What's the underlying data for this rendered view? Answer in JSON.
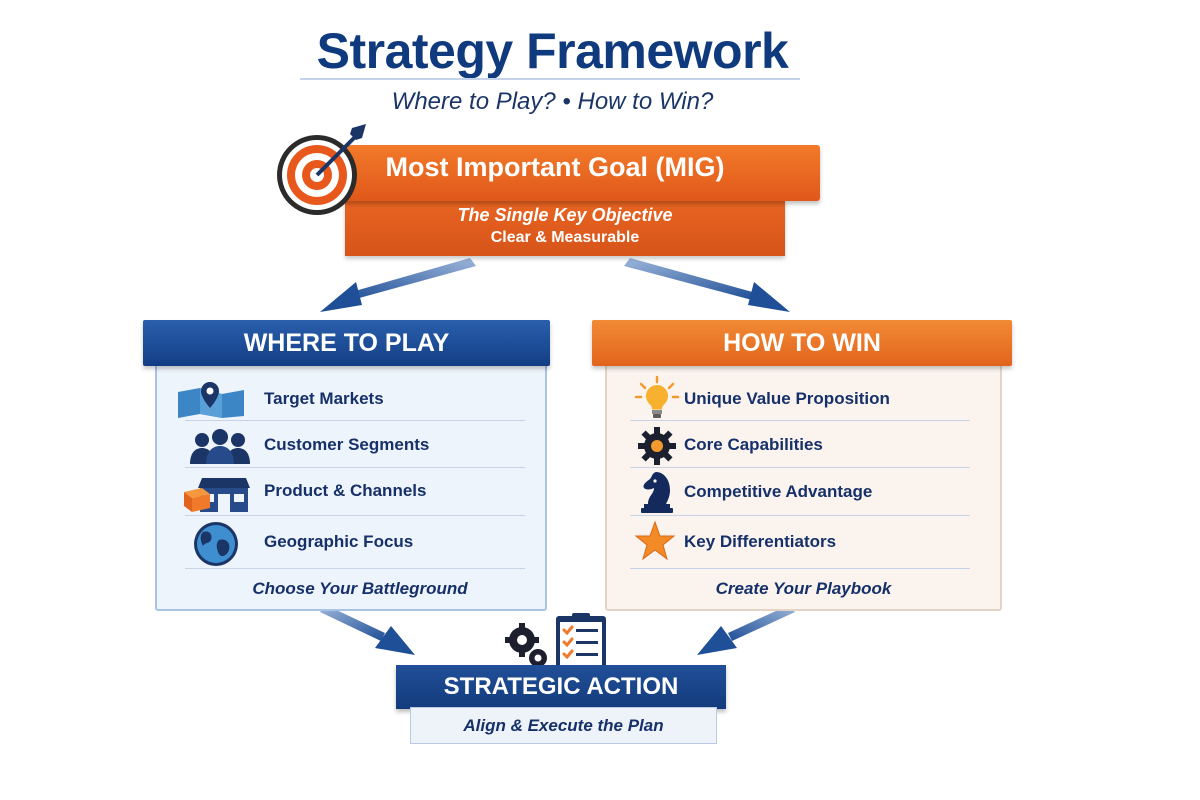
{
  "header": {
    "title": "Strategy Framework",
    "subtitle": "Where to Play? • How to Win?"
  },
  "mig": {
    "title": "Most Important Goal (MIG)",
    "line1": "The Single Key Objective",
    "line2": "Clear & Measurable",
    "icon": "target-icon"
  },
  "where_to_play": {
    "title": "WHERE TO PLAY",
    "items": [
      {
        "label": "Target Markets",
        "icon": "map-pin-icon"
      },
      {
        "label": "Customer Segments",
        "icon": "people-icon"
      },
      {
        "label": "Product & Channels",
        "icon": "store-icon"
      },
      {
        "label": "Geographic Focus",
        "icon": "globe-icon"
      }
    ],
    "footer": "Choose Your Battleground"
  },
  "how_to_win": {
    "title": "HOW TO WIN",
    "items": [
      {
        "label": "Unique Value Proposition",
        "icon": "lightbulb-icon"
      },
      {
        "label": "Core Capabilities",
        "icon": "gear-icon"
      },
      {
        "label": "Competitive Advantage",
        "icon": "chess-knight-icon"
      },
      {
        "label": "Key Differentiators",
        "icon": "star-icon"
      }
    ],
    "footer": "Create Your Playbook"
  },
  "strategic_action": {
    "title": "STRATEGIC ACTION",
    "subtitle": "Align & Execute the Plan",
    "icon": "gears-checklist-icon"
  },
  "colors": {
    "navy": "#133e85",
    "orange": "#e86522",
    "text": "#16306a"
  }
}
